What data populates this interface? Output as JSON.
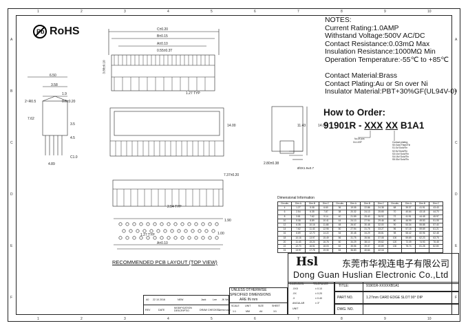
{
  "marks": {
    "pb": "Pb",
    "rohs": "RoHS"
  },
  "notes": {
    "title": "NOTES:",
    "lines": [
      "Current Rating:1.0AMP",
      "Withstand Voltage:500V AC/DC",
      "Contact Resistance:0.03mΩ Max",
      "Insulation Resistance:1000MΩ Min",
      "Operation Temperature:-55℃ to +85℃",
      "",
      "Contact Material:Brass",
      "Contact Plating:Au or Sn over Ni",
      "Insulator Material:PBT+30%GF(UL94V-0)"
    ]
  },
  "order": {
    "heading": "How to Order:",
    "prefix": "91901R - ",
    "pos": "XXX",
    "plating": "XX",
    "suffix": " B1A1",
    "pos_note": "No.of pos",
    "pos_range": "04-120P",
    "plating_title": "Contact plating:",
    "plating_options": [
      "S0:Gold Flash/Tin",
      "S1:3u\"Gold/Tin",
      "S2:5u\"Gold/Tin",
      "S3:10u\"Gold/Tin",
      "S4:15u\"Gold/Tin",
      "S5:30u\"Gold/Tin"
    ]
  },
  "dims": {
    "c": "C±0.20",
    "b": "B±0.15",
    "a": "A±0.10",
    "pitch": "0.55±0.3T",
    "h388": "3.88±0.10",
    "typ127": "1.27 TYP",
    "w650": "6.50",
    "w358": "3.58",
    "w19": "1.9",
    "r05": "2~R0.5",
    "d06": "0.6±0.20",
    "h762": "7.62",
    "h35": "3.5",
    "h45": "4.5",
    "c10": "C1.0",
    "w489": "4.89",
    "h1400": "14.00",
    "h1143": "11.43",
    "w280": "2.80±0.38",
    "holes": "Ø3X1.9±0.7",
    "h737": "7.37±0.20",
    "typ254": "2.54 TYP",
    "h190": "1.90",
    "h100": "1.00",
    "typ127b": "1.27 TYP",
    "a2": "A±0.10"
  },
  "rpcb": "RECOMMENDED  PCB  LAYOUT  (TOP  VIEW)",
  "dim_table": {
    "title": "Dimensional  Information",
    "headers": [
      "Circuits",
      "Dim.A",
      "Dim.B",
      "Dim.C",
      "Circuits",
      "Dim.A",
      "Dim.B",
      "Dim.C",
      "Circuits",
      "Dim.A",
      "Dim.B",
      "Dim.C"
    ],
    "rows": [
      [
        "4",
        "1.27",
        "5.08",
        "6.60",
        "36",
        "19.05",
        "22.86",
        "24.38",
        "68",
        "39.37",
        "41.91",
        "43.43"
      ],
      [
        "6",
        "2.54",
        "6.35",
        "7.87",
        "38",
        "20.32",
        "24.13",
        "25.65",
        "70",
        "40.64",
        "43.18",
        "44.70"
      ],
      [
        "8",
        "3.81",
        "7.62",
        "9.14",
        "40",
        "21.59",
        "25.40",
        "26.92",
        "72",
        "41.91",
        "44.45",
        "45.97"
      ],
      [
        "10",
        "5.08",
        "8.89",
        "10.41",
        "44",
        "24.13",
        "27.94",
        "29.46",
        "80",
        "46.99",
        "49.53",
        "51.05"
      ],
      [
        "12",
        "6.35",
        "10.16",
        "11.68",
        "48",
        "26.67",
        "30.48",
        "32.00",
        "90",
        "53.34",
        "55.88",
        "57.40"
      ],
      [
        "14",
        "7.62",
        "11.43",
        "12.95",
        "50",
        "27.94",
        "31.75",
        "33.27",
        "96",
        "57.15",
        "59.69",
        "61.21"
      ],
      [
        "16",
        "8.89",
        "12.70",
        "14.22",
        "54",
        "30.48",
        "34.29",
        "35.81",
        "98",
        "58.42",
        "60.96",
        "62.48"
      ],
      [
        "18",
        "10.16",
        "13.97",
        "15.49",
        "56",
        "31.75",
        "35.56",
        "37.08",
        "100",
        "59.69",
        "62.23",
        "63.75"
      ],
      [
        "20",
        "11.43",
        "15.24",
        "16.76",
        "60",
        "34.29",
        "38.10",
        "39.62",
        "120",
        "72.39",
        "74.93",
        "76.45"
      ],
      [
        "22",
        "12.70",
        "16.51",
        "18.03",
        "62",
        "35.56",
        "39.37",
        "40.89",
        "130",
        "78.74",
        "81.28",
        "82.80"
      ],
      [
        "24",
        "13.97",
        "17.78",
        "19.30",
        "64",
        "36.83",
        "40.64",
        "42.16",
        "",
        "",
        "",
        ""
      ]
    ]
  },
  "company": {
    "logo": "Hsl",
    "name_cn": "东莞市华视连电子有限公司",
    "name_en": "Dong Guan Huslian Electronic Co.,Ltd"
  },
  "title_block": {
    "unless": "UNLESS OTHERWISE",
    "specified": "SPECIFIED DIMENSIONS",
    "are_in": "ARE IN mm",
    "tol_hdr": [
      "DIMENSION",
      "TOLERANCE"
    ],
    "tol_rows": [
      [
        ".XXX",
        "± 0.10"
      ],
      [
        ".XX",
        "± 0.20"
      ],
      [
        ".X",
        "± 0.40"
      ],
      [
        "ANGULAR",
        "± 3°"
      ]
    ],
    "unit_label": "UNIT",
    "scale_hdr": [
      "SCALE",
      "UNIT",
      "SIZE",
      "SHEET"
    ],
    "scale_vals": [
      "1:1",
      "MM",
      "A4",
      "1/1"
    ],
    "title_label": "TITLE:",
    "title_value": "91901R-XXXXXB1A1",
    "part_label": "PART NO.",
    "part_value": "1.27mm  CARD EDGE SLOT 90° DIP",
    "dwg_label": "DWG. NO.",
    "rev_row": [
      "A0",
      "22 10 2016",
      "NEW",
      "Jack",
      "Lee",
      "JK Wu"
    ],
    "rev_hdr": [
      "REV",
      "DATE",
      "MODIFICATION DESCRIPTIO",
      "DRAW",
      "CHECKED",
      "APPROVED"
    ]
  },
  "grid": {
    "cols": [
      "1",
      "2",
      "3",
      "4",
      "5",
      "6",
      "7",
      "8",
      "9",
      "10"
    ],
    "rows": [
      "A",
      "B",
      "C",
      "D",
      "E",
      "F"
    ]
  }
}
